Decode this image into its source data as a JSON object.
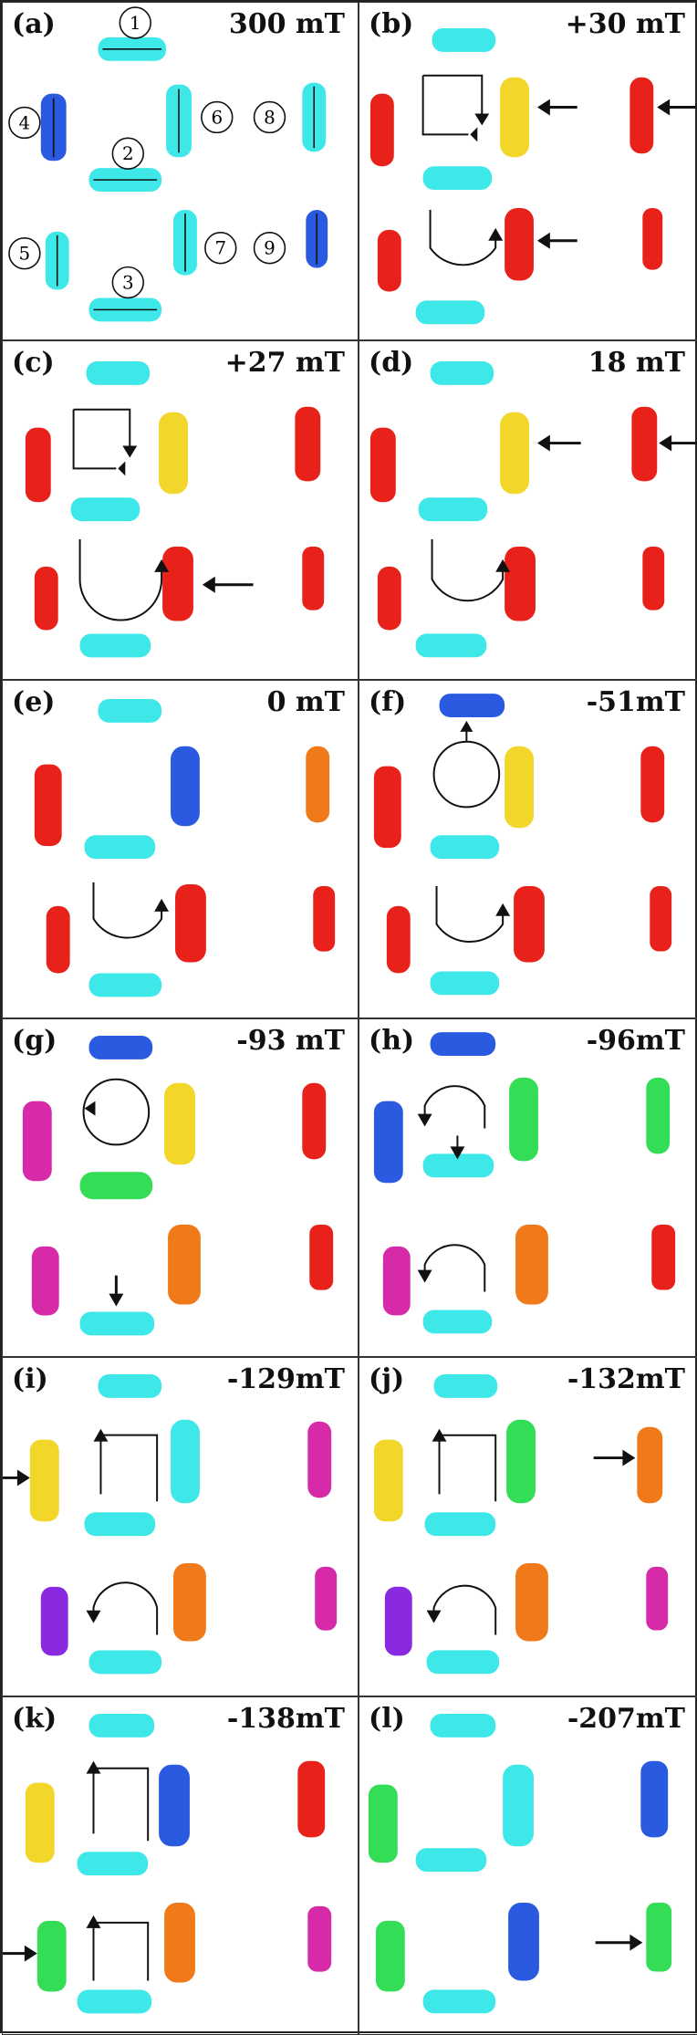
{
  "panels": [
    {
      "id": "a",
      "label": "(a)",
      "field": "300 mT"
    },
    {
      "id": "b",
      "label": "(b)",
      "field": "+30 mT"
    },
    {
      "id": "c",
      "label": "(c)",
      "field": "+27 mT"
    },
    {
      "id": "d",
      "label": "(d)",
      "field": "18 mT"
    },
    {
      "id": "e",
      "label": "(e)",
      "field": "0 mT"
    },
    {
      "id": "f",
      "label": "(f)",
      "field": "-51mT"
    },
    {
      "id": "g",
      "label": "(g)",
      "field": "-93 mT"
    },
    {
      "id": "h",
      "label": "(h)",
      "field": "-96mT"
    },
    {
      "id": "i",
      "label": "(i)",
      "field": "-129mT"
    },
    {
      "id": "j",
      "label": "(j)",
      "field": "-132mT"
    },
    {
      "id": "k",
      "label": "(k)",
      "field": "-138mT"
    },
    {
      "id": "l",
      "label": "(l)",
      "field": "-207mT"
    }
  ],
  "island_numbers": [
    "1",
    "2",
    "3",
    "4",
    "5",
    "6",
    "7",
    "8",
    "9"
  ],
  "colors": {
    "cyan": "#3ee8e8",
    "red": "#e8221a",
    "green": "#33dd55",
    "blue": "#2a5adf",
    "yellow": "#f2d62a",
    "magenta": "#d62aa8",
    "orange": "#f07a1a",
    "violet": "#8a2ae0"
  }
}
